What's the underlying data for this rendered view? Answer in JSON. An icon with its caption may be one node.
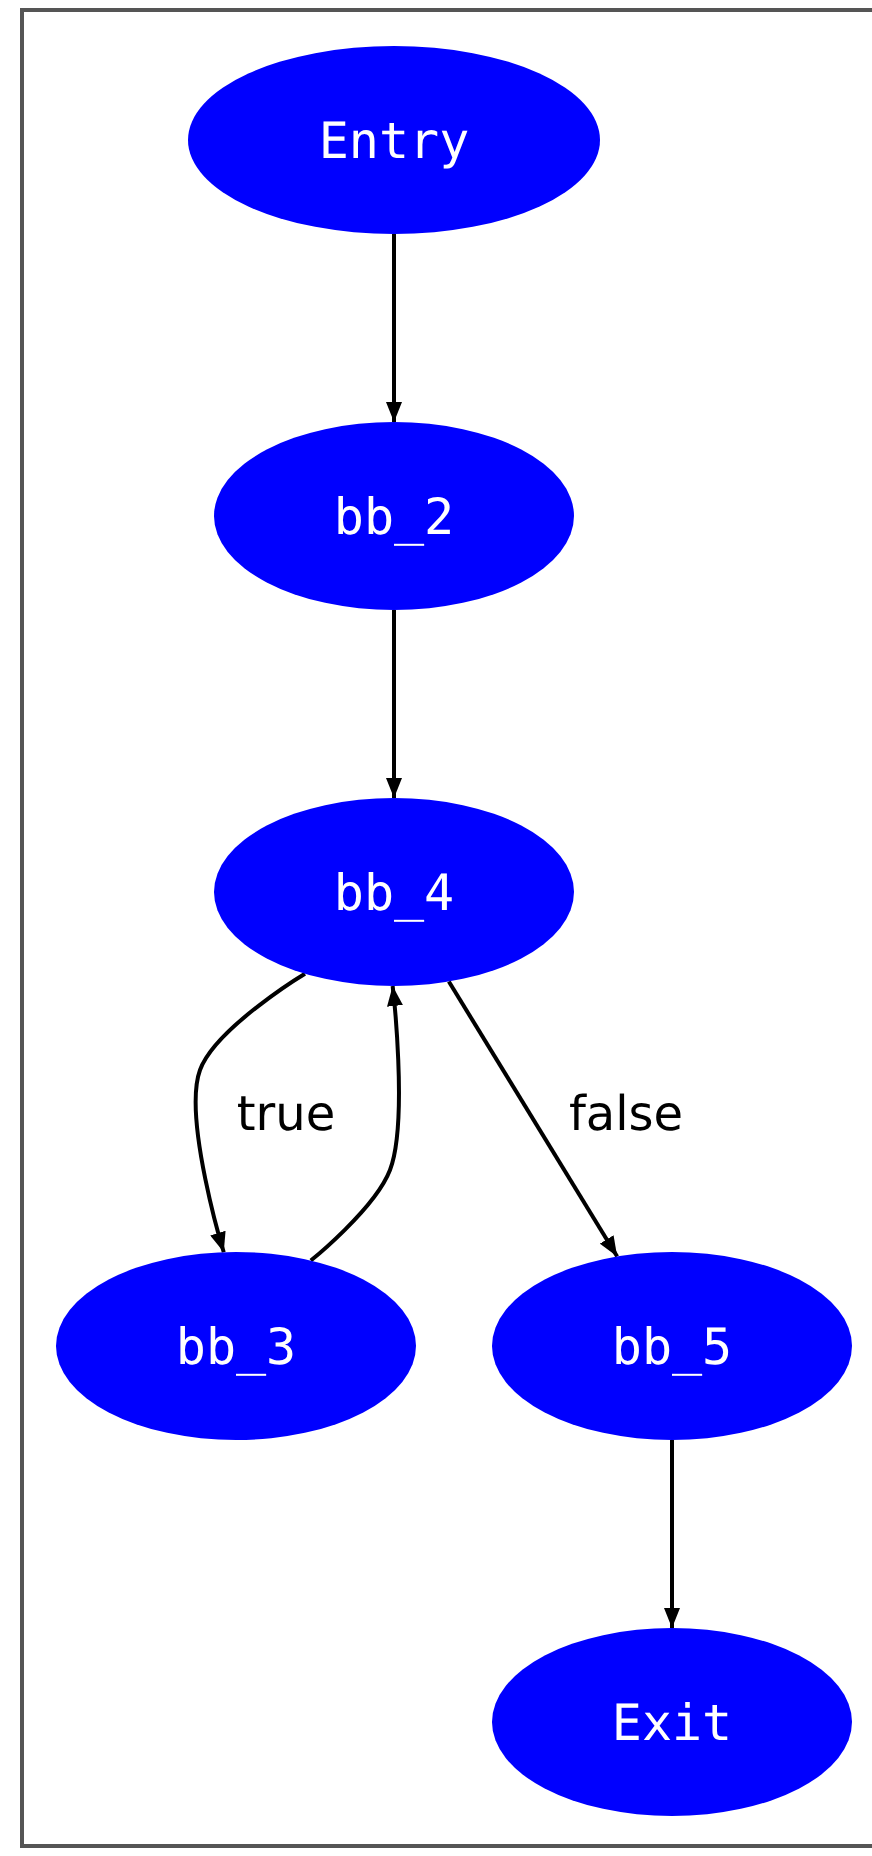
{
  "diagram": {
    "nodes": [
      {
        "text": [
          "Entry"
        ]
      },
      {
        "text": [
          "bb_2"
        ]
      },
      {
        "text": [
          "bb_4"
        ]
      },
      {
        "text": [
          "bb_3"
        ]
      },
      {
        "text": [
          "bb_5"
        ]
      },
      {
        "text": [
          "Exit"
        ]
      }
    ],
    "edges": [
      {
        "from": 0,
        "to": 1,
        "arrow": "to"
      },
      {
        "from": 1,
        "to": 2,
        "arrow": "to"
      },
      {
        "from": 2,
        "to": 3,
        "arrow": "to",
        "label": "true"
      },
      {
        "from": 3,
        "to": 2,
        "arrow": "to"
      },
      {
        "from": 2,
        "to": 4,
        "arrow": "to",
        "label": "false"
      },
      {
        "from": 4,
        "to": 5,
        "arrow": "to"
      }
    ]
  }
}
